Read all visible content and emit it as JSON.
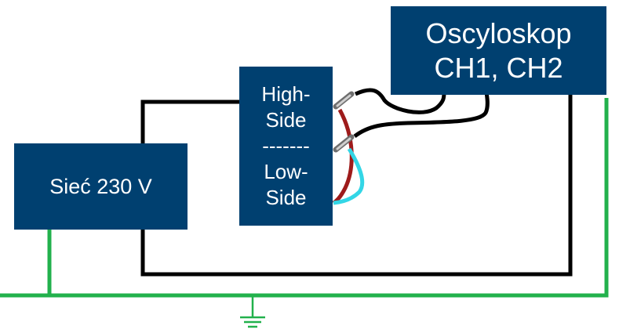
{
  "colors": {
    "box_fill": "#004070",
    "box_text": "#ffffff",
    "mains_wire": "#000000",
    "ground_wire": "#22b14c",
    "probe_high_lead": "#9e1b1b",
    "probe_low_lead": "#33d6e6"
  },
  "blocks": {
    "mains": {
      "label": "Sieć 230 V"
    },
    "oscilloscope": {
      "line1": "Oscyloskop",
      "line2": "CH1, CH2"
    },
    "differential_probe": {
      "high_line1": "High-",
      "high_line2": "Side",
      "separator": "-------",
      "low_line1": "Low-",
      "low_line2": "Side"
    }
  },
  "icons": {
    "ground": "earth-ground-icon"
  }
}
